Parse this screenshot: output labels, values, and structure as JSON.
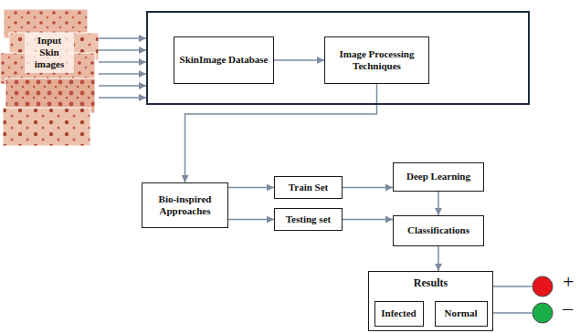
{
  "diagram": {
    "nodes": [
      {
        "text": [
          "Input Skin images"
        ]
      },
      {
        "text": []
      },
      {
        "text": [
          "SkinImage Database"
        ],
        "in": 1
      },
      {
        "text": [
          "Image Processing Techniques"
        ],
        "in": 1
      },
      {
        "text": [
          "Bio-inspired Approaches"
        ]
      },
      {
        "text": [
          "Train Set"
        ]
      },
      {
        "text": [
          "Testing set"
        ]
      },
      {
        "text": [
          "Deep Learning"
        ]
      },
      {
        "text": [
          "Classifications"
        ]
      },
      {
        "text": [
          "Results"
        ]
      },
      {
        "text": [
          "Infected"
        ],
        "in": 9
      },
      {
        "text": [
          "Normal"
        ],
        "in": 9
      },
      {
        "text": [
          "+"
        ]
      },
      {
        "text": [
          "–"
        ]
      }
    ],
    "edges": [
      {
        "from": 0,
        "to": 1,
        "arrow": "to"
      },
      {
        "from": 0,
        "to": 1,
        "arrow": "to"
      },
      {
        "from": 0,
        "to": 1,
        "arrow": "to"
      },
      {
        "from": 0,
        "to": 1,
        "arrow": "to"
      },
      {
        "from": 0,
        "to": 1,
        "arrow": "to"
      },
      {
        "from": 0,
        "to": 1,
        "arrow": "to"
      },
      {
        "from": 2,
        "to": 3,
        "arrow": "to"
      },
      {
        "from": 3,
        "to": 4,
        "arrow": "to"
      },
      {
        "from": 4,
        "to": 5,
        "arrow": "to"
      },
      {
        "from": 4,
        "to": 6,
        "arrow": "to"
      },
      {
        "from": 5,
        "to": 7,
        "arrow": "to"
      },
      {
        "from": 6,
        "to": 8,
        "arrow": "to"
      },
      {
        "from": 7,
        "to": 8,
        "arrow": "to"
      },
      {
        "from": 8,
        "to": 9,
        "arrow": "to"
      },
      {
        "from": 9,
        "to": 12,
        "arrow": "none"
      },
      {
        "from": 9,
        "to": 13,
        "arrow": "none"
      }
    ]
  }
}
